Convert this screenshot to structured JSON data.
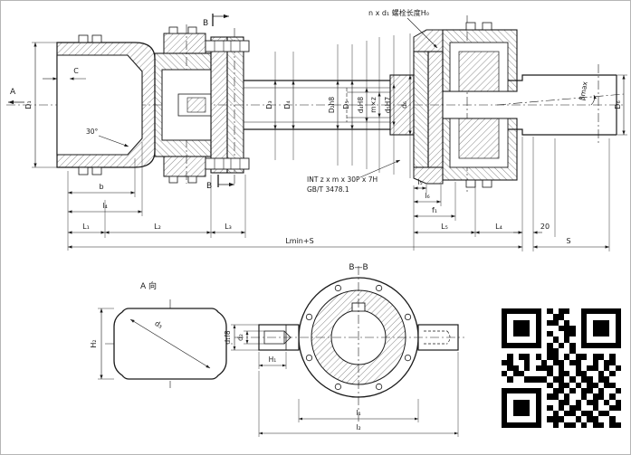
{
  "style": {
    "ink": "#1a1a1a",
    "paper": "#ffffff"
  },
  "main": {
    "a_marker": "A",
    "b_marker": "B",
    "labels": {
      "d1": "D₁",
      "c": "C",
      "deg30": "30°",
      "d3": "D₃",
      "d4": "D₄",
      "d2h8": "D₂h8",
      "d5u": "D₅",
      "d4h8": "d₄H8",
      "mxz": "m×z",
      "d5h7": "d₅H7",
      "d6": "d₆",
      "d6u": "D₆",
      "beta": "βmax"
    },
    "notes": {
      "bolt": "n x d₁ 螺栓长度H₀",
      "spline1": "INT z x m x 30P x 7H",
      "spline2": "GB/T 3478.1"
    },
    "dims": {
      "b": "b",
      "l4": "l₄",
      "L1": "L₁",
      "L2": "L₂",
      "L3": "L₃",
      "l5": "l₅",
      "l6": "l₆",
      "f1": "f₁",
      "L5": "L₅",
      "L4": "L₄",
      "n20": "20",
      "lmin_s": "Lmin+S",
      "s": "S"
    }
  },
  "view_a": {
    "title": "A 向",
    "h2": "H₂",
    "d3": "d₃"
  },
  "section_bb": {
    "title": "B—B",
    "d1f8": "d₁f8",
    "d2": "d₂",
    "h1": "H₁",
    "l1": "l₁",
    "l2": "l₂"
  },
  "qr": {
    "rows": [
      "111111101011001111111",
      "100000100110001000001",
      "101110101101001011101",
      "101110100011101011101",
      "101110101001101011101",
      "100000100101001000001",
      "111111101010101111111",
      "000000001100100000000",
      "010110101101011011010",
      "110010010110110010110",
      "011010111010010110101",
      "101100001011011001010",
      "010011110110101101100",
      "000000001011010110110",
      "111111100110101101001",
      "100000101101001011010",
      "101110100011010110101",
      "101110101010110010011",
      "101110100101101101100",
      "100000101110010110010",
      "111111100101101011011"
    ]
  }
}
